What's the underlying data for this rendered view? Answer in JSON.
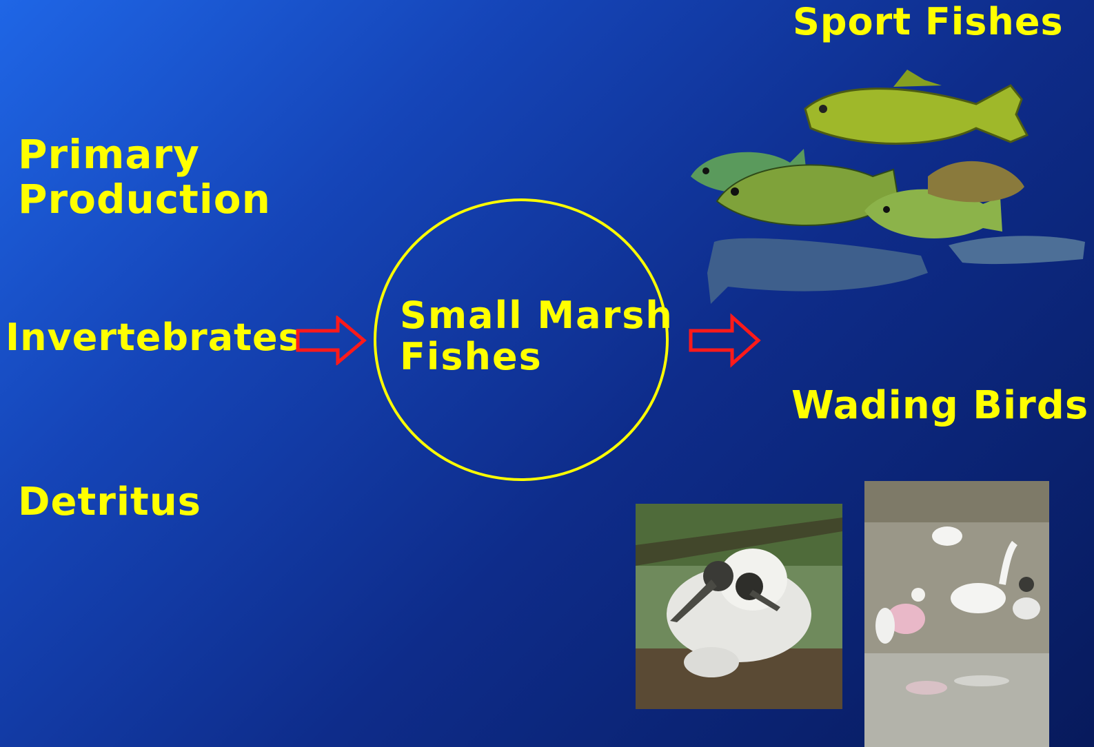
{
  "labels": {
    "primary_production": "Primary\nProduction",
    "invertebrates": "Invertebrates",
    "detritus": "Detritus",
    "center": "Small Marsh\nFishes",
    "sport_fishes": "Sport Fishes",
    "wading_birds": "Wading Birds"
  },
  "colors": {
    "text": "#ffff00",
    "arrow": "#ff1a1a",
    "circle": "#ffff00"
  }
}
